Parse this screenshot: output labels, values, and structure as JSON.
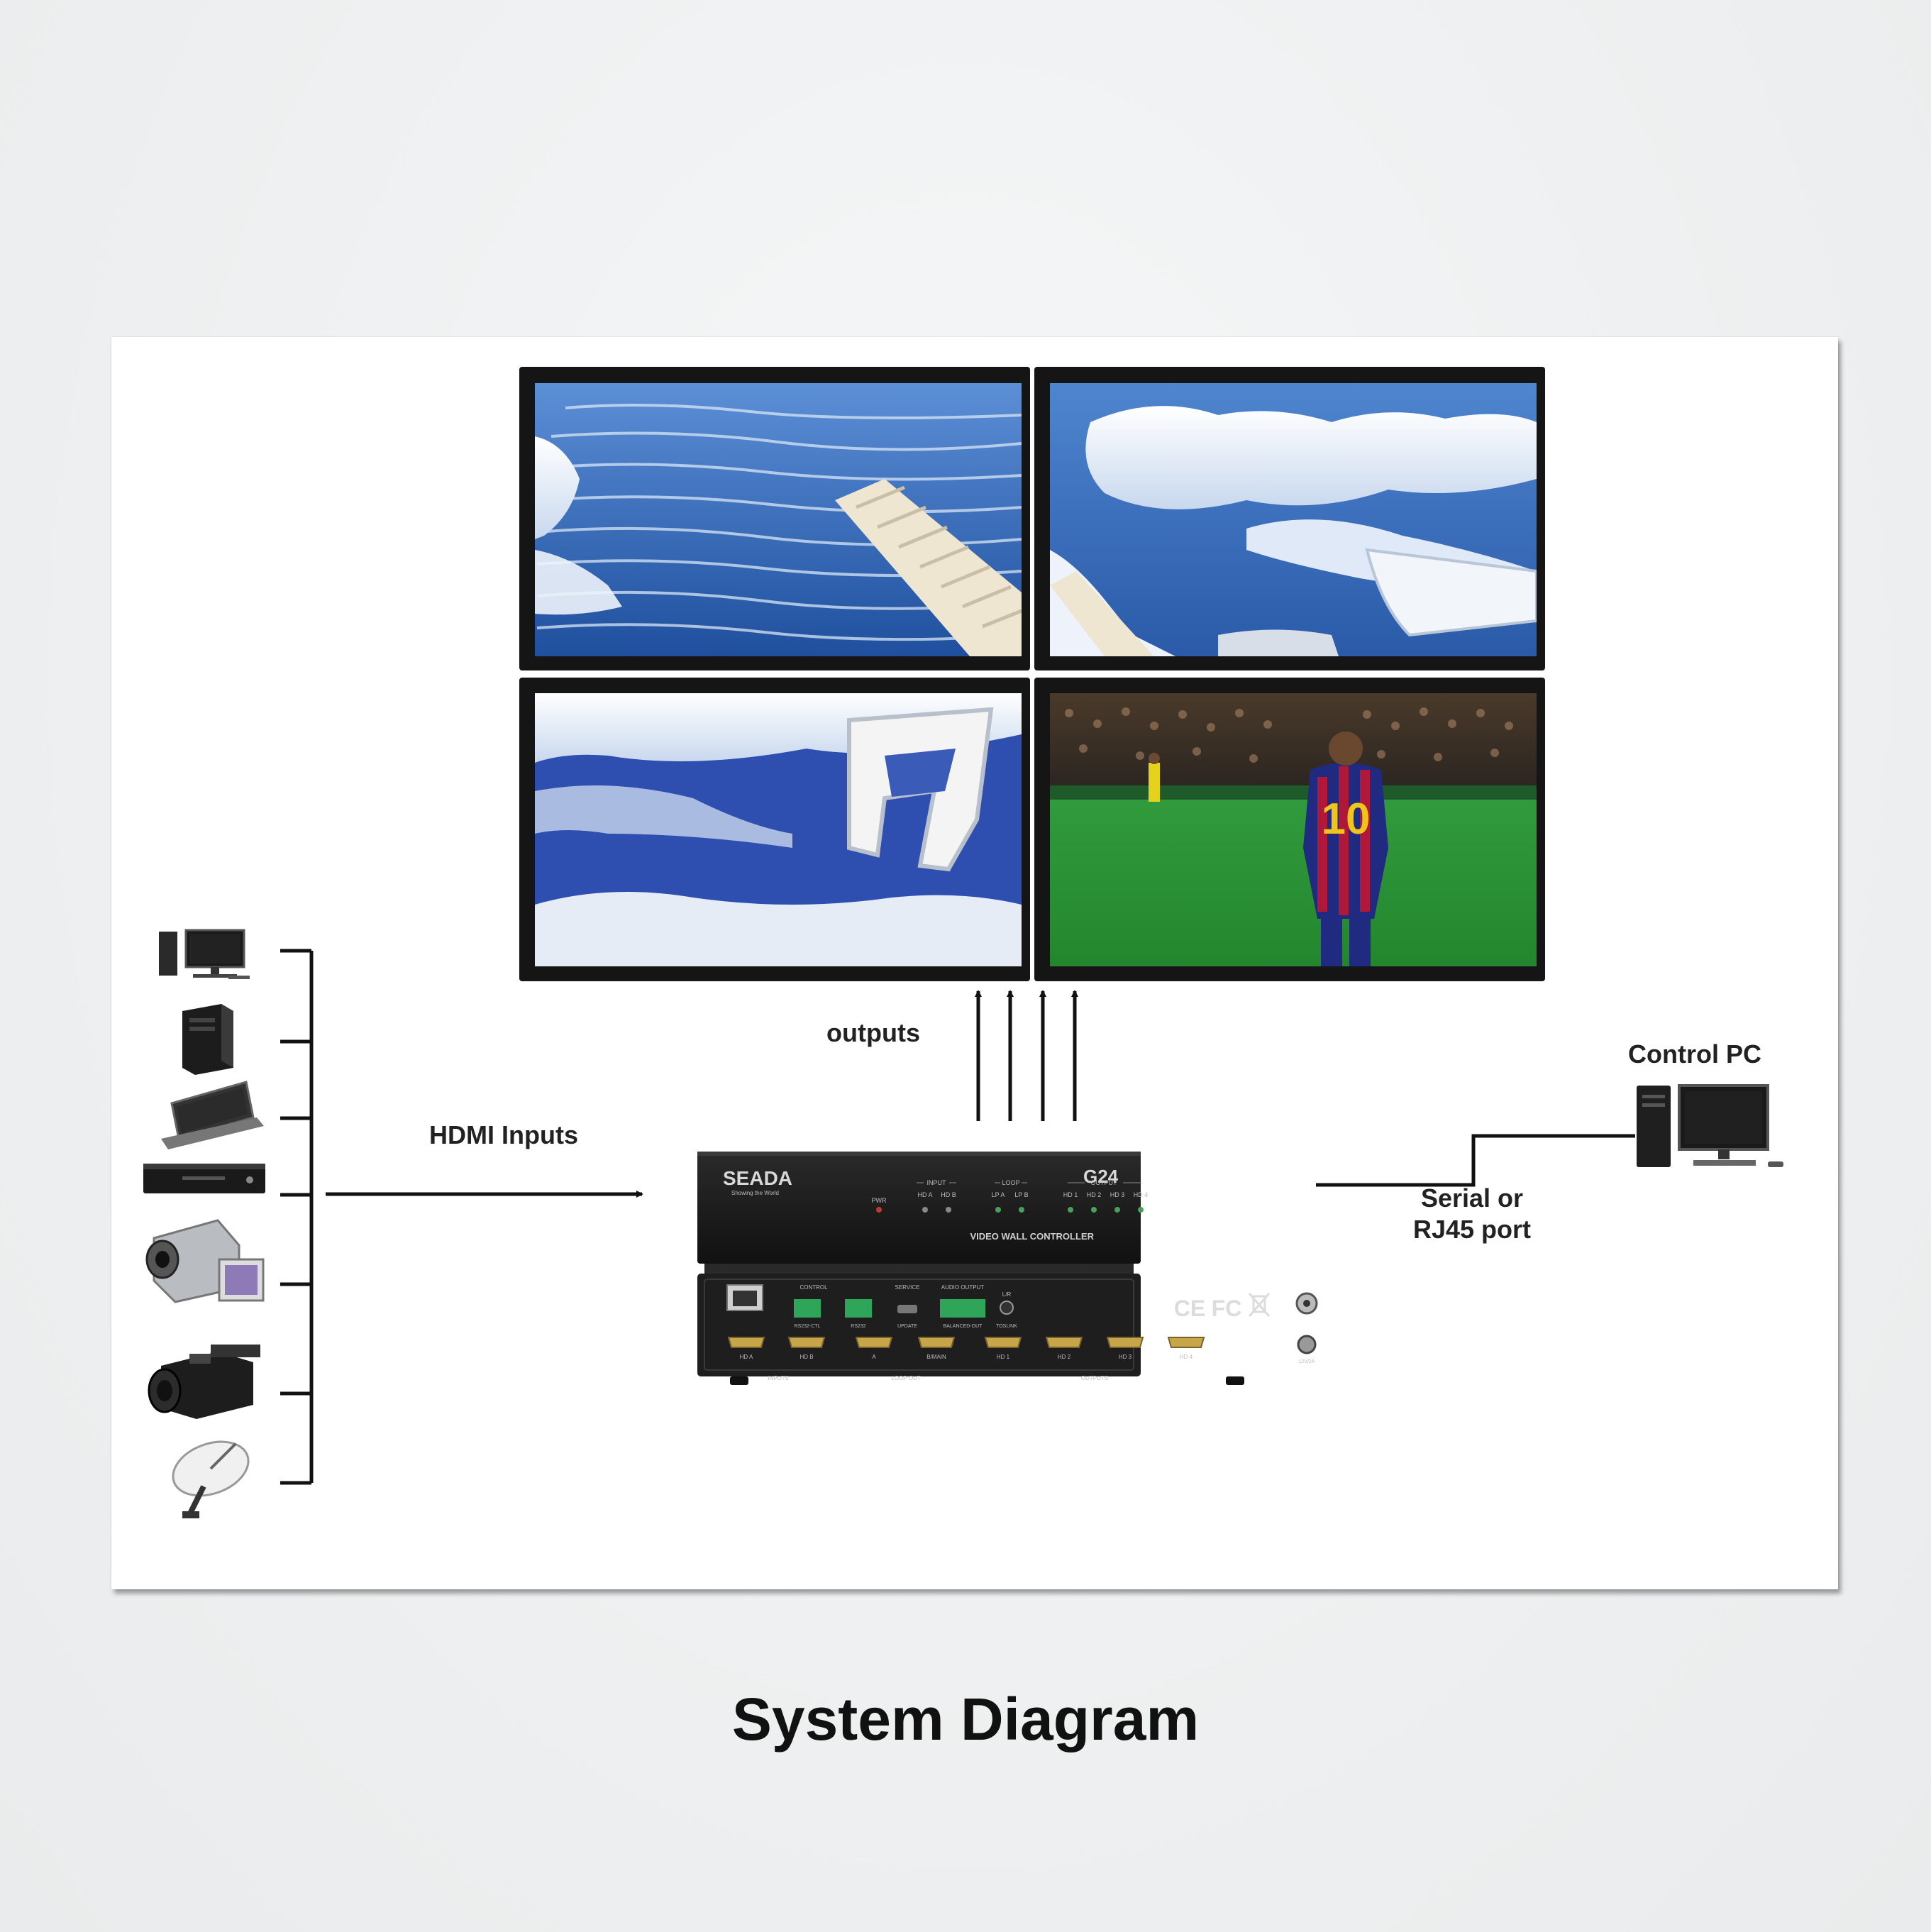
{
  "caption": "System Diagram",
  "labels": {
    "outputs": "outputs",
    "hdmi_inputs": "HDMI Inputs",
    "control_pc": "Control PC",
    "serial_line1": "Serial or",
    "serial_line2": "RJ45 port"
  },
  "device": {
    "brand": "SEADA",
    "tagline": "Showing the World",
    "model": "G24",
    "front_label": "VIDEO WALL CONTROLLER",
    "led_pwr": "PWR",
    "group_input": "INPUT",
    "group_loop": "LOOP",
    "group_output": "OUTPUT",
    "led_input": [
      "HD A",
      "HD B"
    ],
    "led_loop": [
      "LP A",
      "LP B"
    ],
    "led_output": [
      "HD 1",
      "HD 2",
      "HD 3",
      "HD 4"
    ],
    "rear_control": "CONTROL",
    "rear_service": "SERVICE",
    "rear_audio": "AUDIO OUTPUT",
    "rear_rs232_ctl": "RS232-CTL",
    "rear_rs232": "RS232",
    "rear_update": "UPDATE",
    "rear_balanced": "BALANCED-OUT",
    "rear_toslink": "TOSLINK",
    "rear_lr": "L/R",
    "port_labels": [
      "HD A",
      "HD B",
      "A",
      "B/MAIN",
      "HD 1",
      "HD 2",
      "HD 3",
      "HD 4"
    ],
    "section_inputs": "INPUTS",
    "section_loop": "LOOP OUT",
    "section_outputs": "OUTPUTS",
    "cert_ce": "CE",
    "cert_fc": "FC",
    "power_label": "12V/2A"
  },
  "colors": {
    "water": "#2f63b8",
    "pitch": "#2f9a3a",
    "bezel": "#151515",
    "device": "#1c1c1c"
  },
  "source_icons": [
    "desktop-pc-icon",
    "pc-tower-icon",
    "laptop-icon",
    "dvd-player-icon",
    "camcorder-icon",
    "video-camera-icon",
    "satellite-dish-icon"
  ]
}
